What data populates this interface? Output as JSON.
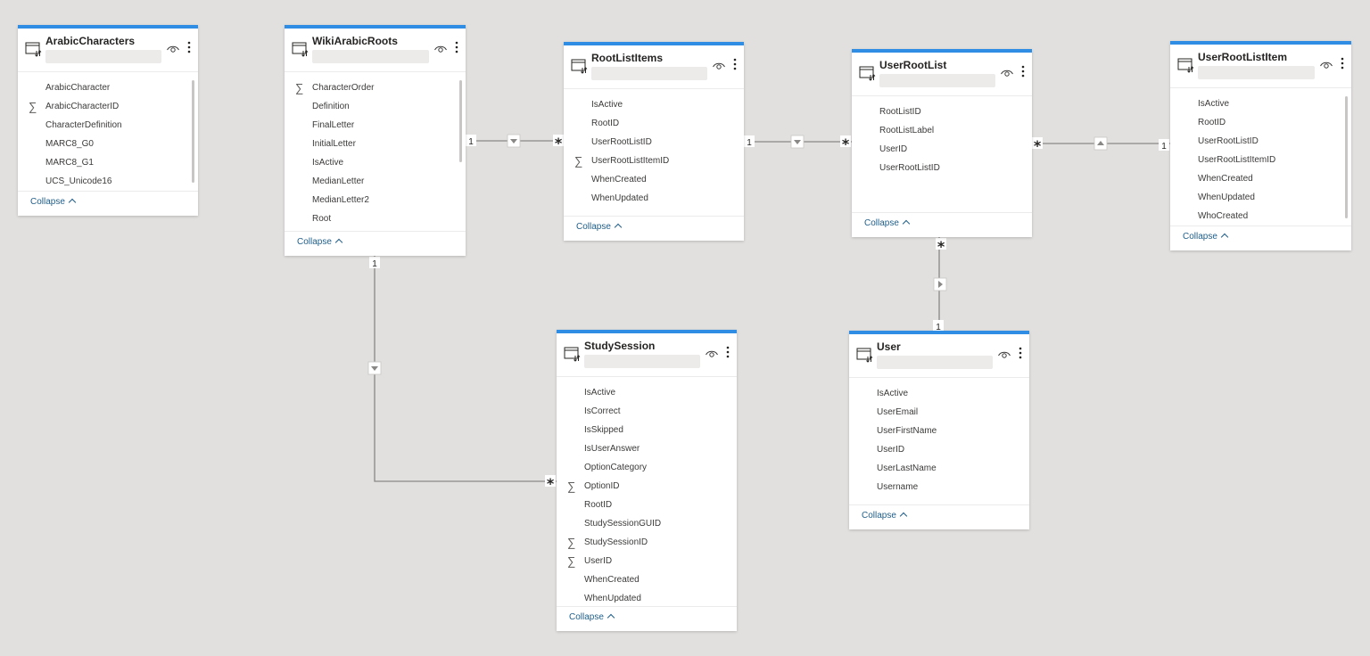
{
  "tables": [
    {
      "id": "arabic-characters",
      "title": "ArabicCharacters",
      "fields": [
        {
          "name": "ArabicCharacter",
          "sum": false
        },
        {
          "name": "ArabicCharacterID",
          "sum": true
        },
        {
          "name": "CharacterDefinition",
          "sum": false
        },
        {
          "name": "MARC8_G0",
          "sum": false
        },
        {
          "name": "MARC8_G1",
          "sum": false
        },
        {
          "name": "UCS_Unicode16",
          "sum": false
        }
      ],
      "collapse_label": "Collapse"
    },
    {
      "id": "wiki-arabic-roots",
      "title": "WikiArabicRoots",
      "fields": [
        {
          "name": "CharacterOrder",
          "sum": true
        },
        {
          "name": "Definition",
          "sum": false
        },
        {
          "name": "FinalLetter",
          "sum": false
        },
        {
          "name": "InitialLetter",
          "sum": false
        },
        {
          "name": "IsActive",
          "sum": false
        },
        {
          "name": "MedianLetter",
          "sum": false
        },
        {
          "name": "MedianLetter2",
          "sum": false
        },
        {
          "name": "Root",
          "sum": false
        }
      ],
      "collapse_label": "Collapse"
    },
    {
      "id": "root-list-items",
      "title": "RootListItems",
      "fields": [
        {
          "name": "IsActive",
          "sum": false
        },
        {
          "name": "RootID",
          "sum": false
        },
        {
          "name": "UserRootListID",
          "sum": false
        },
        {
          "name": "UserRootListItemID",
          "sum": true
        },
        {
          "name": "WhenCreated",
          "sum": false
        },
        {
          "name": "WhenUpdated",
          "sum": false
        }
      ],
      "collapse_label": "Collapse"
    },
    {
      "id": "user-root-list",
      "title": "UserRootList",
      "fields": [
        {
          "name": "RootListID",
          "sum": false
        },
        {
          "name": "RootListLabel",
          "sum": false
        },
        {
          "name": "UserID",
          "sum": false
        },
        {
          "name": "UserRootListID",
          "sum": false
        }
      ],
      "collapse_label": "Collapse"
    },
    {
      "id": "user-root-list-item",
      "title": "UserRootListItem",
      "fields": [
        {
          "name": "IsActive",
          "sum": false
        },
        {
          "name": "RootID",
          "sum": false
        },
        {
          "name": "UserRootListID",
          "sum": false
        },
        {
          "name": "UserRootListItemID",
          "sum": false
        },
        {
          "name": "WhenCreated",
          "sum": false
        },
        {
          "name": "WhenUpdated",
          "sum": false
        },
        {
          "name": "WhoCreated",
          "sum": false
        }
      ],
      "collapse_label": "Collapse"
    },
    {
      "id": "study-session",
      "title": "StudySession",
      "fields": [
        {
          "name": "IsActive",
          "sum": false
        },
        {
          "name": "IsCorrect",
          "sum": false
        },
        {
          "name": "IsSkipped",
          "sum": false
        },
        {
          "name": "IsUserAnswer",
          "sum": false
        },
        {
          "name": "OptionCategory",
          "sum": false
        },
        {
          "name": "OptionID",
          "sum": true
        },
        {
          "name": "RootID",
          "sum": false
        },
        {
          "name": "StudySessionGUID",
          "sum": false
        },
        {
          "name": "StudySessionID",
          "sum": true
        },
        {
          "name": "UserID",
          "sum": true
        },
        {
          "name": "WhenCreated",
          "sum": false
        },
        {
          "name": "WhenUpdated",
          "sum": false
        }
      ],
      "collapse_label": "Collapse"
    },
    {
      "id": "user",
      "title": "User",
      "fields": [
        {
          "name": "IsActive",
          "sum": false
        },
        {
          "name": "UserEmail",
          "sum": false
        },
        {
          "name": "UserFirstName",
          "sum": false
        },
        {
          "name": "UserID",
          "sum": false
        },
        {
          "name": "UserLastName",
          "sum": false
        },
        {
          "name": "Username",
          "sum": false
        }
      ],
      "collapse_label": "Collapse"
    }
  ],
  "relationships": [
    {
      "id": "wikiroots-rootlistitems",
      "from": "wiki-arabic-roots",
      "to": "root-list-items",
      "from_cardinality": "1",
      "to_cardinality": "*",
      "filter_direction": "down"
    },
    {
      "id": "rootlistitems-userrootlist",
      "from": "root-list-items",
      "to": "user-root-list",
      "from_cardinality": "1",
      "to_cardinality": "*",
      "filter_direction": "down"
    },
    {
      "id": "userrootlist-userrootlistitem",
      "from": "user-root-list",
      "to": "user-root-list-item",
      "from_cardinality": "*",
      "to_cardinality": "1",
      "filter_direction": "up"
    },
    {
      "id": "userrootlist-user",
      "from": "user-root-list",
      "to": "user",
      "from_cardinality": "*",
      "to_cardinality": "1",
      "filter_direction": "right"
    },
    {
      "id": "wikiroots-studysession",
      "from": "wiki-arabic-roots",
      "to": "study-session",
      "from_cardinality": "1",
      "to_cardinality": "*",
      "filter_direction": "down"
    }
  ],
  "colors": {
    "canvas": "#e1e0de",
    "accent": "#2f8de4",
    "line": "#8a8886"
  },
  "icons": {
    "table": "table-icon",
    "visibility": "eye-icon",
    "more": "more-options-icon",
    "sum": "sigma-icon"
  }
}
